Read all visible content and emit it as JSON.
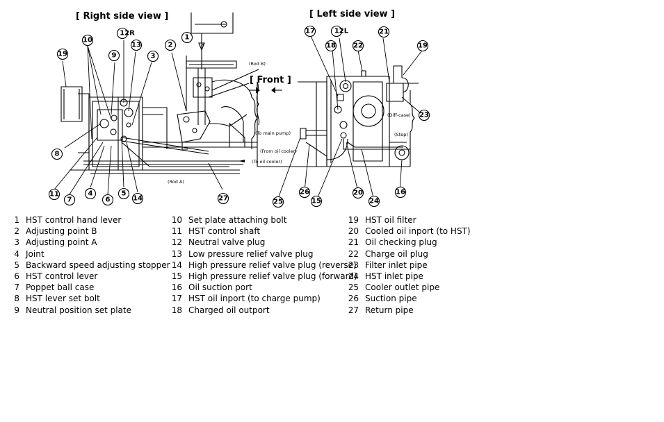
{
  "views": {
    "right": {
      "title": "[ Right side view ]"
    },
    "left": {
      "title": "[ Left side view ]"
    }
  },
  "labels": {
    "front": "[ Front ]",
    "rod_b": "(Rod B)",
    "rod_a": "(Rod A)",
    "to_main_pump": "(To main pump)",
    "from_oil_cooler": "(From oil cooler)",
    "to_oil_cooler": "(To oil cooler)",
    "diff_case": "(Diff-case)",
    "step": "(Step)"
  },
  "callouts": {
    "c1": "1",
    "c2": "2",
    "c3": "3",
    "c4": "4",
    "c5": "5",
    "c6": "6",
    "c7": "7",
    "c8": "8",
    "c9": "9",
    "c10": "10",
    "c11": "11",
    "c12r": "12R",
    "c13": "13",
    "c14": "14",
    "c15": "15",
    "c16": "16",
    "c17": "17",
    "c18": "18",
    "c19r": "19",
    "c19l": "19",
    "c20": "20",
    "c21": "21",
    "c22": "22",
    "c23": "23",
    "c24": "24",
    "c25": "25",
    "c26": "26",
    "c27": "27",
    "c12l": "12L"
  },
  "legend": [
    [
      {
        "num": "1",
        "text": "HST control hand lever"
      },
      {
        "num": "2",
        "text": "Adjusting point  B"
      },
      {
        "num": "3",
        "text": "Adjusting point  A"
      },
      {
        "num": "4",
        "text": "Joint"
      },
      {
        "num": "5",
        "text": "Backward speed adjusting stopper"
      },
      {
        "num": "6",
        "text": "HST control lever"
      },
      {
        "num": "7",
        "text": "Poppet ball case"
      },
      {
        "num": "8",
        "text": "HST lever set bolt"
      },
      {
        "num": "9",
        "text": "Neutral position set plate"
      }
    ],
    [
      {
        "num": "10",
        "text": "Set plate attaching bolt"
      },
      {
        "num": "11",
        "text": "HST control shaft"
      },
      {
        "num": "12",
        "text": "Neutral valve plug"
      },
      {
        "num": "13",
        "text": "Low pressure relief valve plug"
      },
      {
        "num": "14",
        "text": "High pressure relief valve plug (reverse)"
      },
      {
        "num": "15",
        "text": "High pressure relief valve plug (forward)"
      },
      {
        "num": "16",
        "text": "Oil suction port"
      },
      {
        "num": "17",
        "text": "HST oil inport (to charge pump)"
      },
      {
        "num": "18",
        "text": "Charged oil outport"
      }
    ],
    [
      {
        "num": "19",
        "text": "HST oil filter"
      },
      {
        "num": "20",
        "text": "Cooled oil inport (to HST)"
      },
      {
        "num": "21",
        "text": "Oil checking plug"
      },
      {
        "num": "22",
        "text": "Charge oil plug"
      },
      {
        "num": "23",
        "text": "Filter inlet pipe"
      },
      {
        "num": "24",
        "text": "HST inlet pipe"
      },
      {
        "num": "25",
        "text": "Cooler outlet pipe"
      },
      {
        "num": "26",
        "text": "Suction pipe"
      },
      {
        "num": "27",
        "text": "Return pipe"
      }
    ]
  ]
}
